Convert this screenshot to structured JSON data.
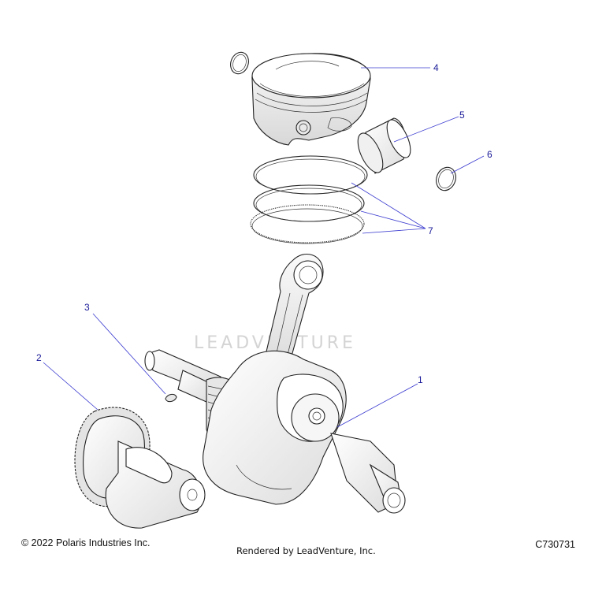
{
  "callouts": [
    {
      "num": "1"
    },
    {
      "num": "2"
    },
    {
      "num": "3"
    },
    {
      "num": "4"
    },
    {
      "num": "5"
    },
    {
      "num": "6"
    },
    {
      "num": "7"
    }
  ],
  "watermark": "LEADVENTURE",
  "footer": {
    "copyright": "© 2022 Polaris Industries Inc.",
    "rendered_by": "Rendered by LeadVenture, Inc.",
    "code": "C730731"
  },
  "colors": {
    "callout": "#1a1a99",
    "leader": "#3a3ad0",
    "line": "#222222",
    "part_fill": "#f4f4f4"
  }
}
